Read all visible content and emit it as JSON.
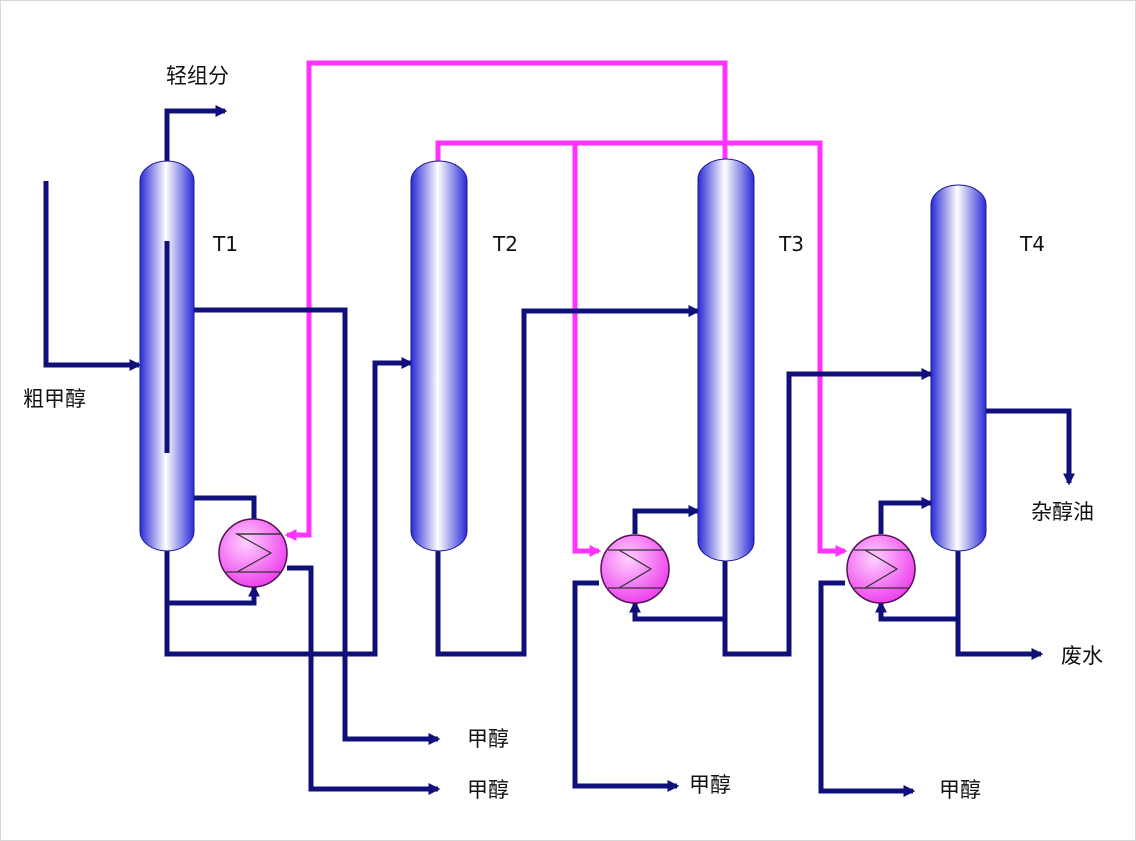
{
  "colors": {
    "process_line": "#10107a",
    "heat_line": "#ff33ff",
    "column_edge": "#2a2ad8",
    "column_mid": "#ffffff",
    "exchanger_fill": "#ee44ee",
    "exchanger_edge": "#551155"
  },
  "columns": [
    {
      "tag": "T1"
    },
    {
      "tag": "T2"
    },
    {
      "tag": "T3"
    },
    {
      "tag": "T4"
    }
  ],
  "streams": {
    "light_ends": "轻组分",
    "crude_methanol": "粗甲醇",
    "fusel_oil": "杂醇油",
    "waste_water": "废水",
    "methanol_1": "甲醇",
    "methanol_2": "甲醇",
    "methanol_3": "甲醇",
    "methanol_4": "甲醇"
  },
  "exchangers": [
    {
      "icon": "reboiler-icon"
    },
    {
      "icon": "reboiler-icon"
    },
    {
      "icon": "reboiler-icon"
    }
  ]
}
